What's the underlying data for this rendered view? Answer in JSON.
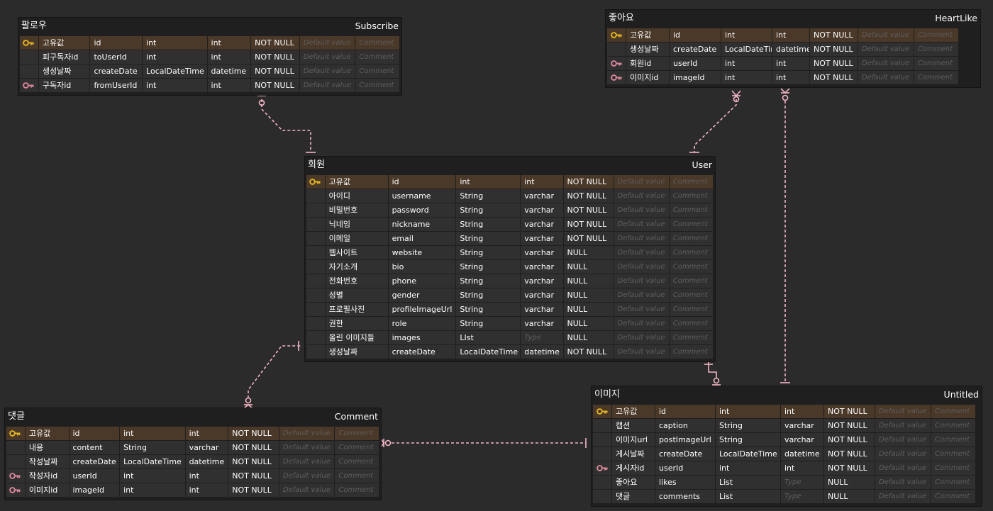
{
  "colors": {
    "background": "#2b2b2b",
    "entity_bg": "#1f1f1f",
    "cell_bg": "#303030",
    "pk_row_bg": "#4a3828",
    "pk_key": "#e3b422",
    "fk_key": "#d9879a",
    "connector": "#f2b6c4",
    "placeholder_text": "#5e5e5e"
  },
  "placeholders": {
    "default": "Default value",
    "comment": "Comment",
    "type": "Type"
  },
  "entities": [
    {
      "id": "subscribe",
      "logical_name": "팔로우",
      "physical_name": "Subscribe",
      "columns": [
        {
          "key": "pk",
          "logical": "고유값",
          "physical": "id",
          "domain": "int",
          "type": "int",
          "nullable": "NOT NULL"
        },
        {
          "key": "",
          "logical": "피구독자id",
          "physical": "toUserId",
          "domain": "int",
          "type": "int",
          "nullable": "NOT NULL"
        },
        {
          "key": "",
          "logical": "생성날짜",
          "physical": "createDate",
          "domain": "LocalDateTime",
          "type": "datetime",
          "nullable": "NOT NULL"
        },
        {
          "key": "fk",
          "logical": "구독자id",
          "physical": "fromUserId",
          "domain": "int",
          "type": "int",
          "nullable": "NOT NULL"
        }
      ]
    },
    {
      "id": "heartlike",
      "logical_name": "좋아요",
      "physical_name": "HeartLike",
      "columns": [
        {
          "key": "pk",
          "logical": "고유값",
          "physical": "id",
          "domain": "int",
          "type": "int",
          "nullable": "NOT NULL"
        },
        {
          "key": "",
          "logical": "생성날짜",
          "physical": "createDate",
          "domain": "LocalDateTime",
          "type": "datetime",
          "nullable": "NOT NULL"
        },
        {
          "key": "fk",
          "logical": "회원id",
          "physical": "userId",
          "domain": "int",
          "type": "int",
          "nullable": "NOT NULL"
        },
        {
          "key": "fk",
          "logical": "이미지id",
          "physical": "imageId",
          "domain": "int",
          "type": "int",
          "nullable": "NOT NULL"
        }
      ]
    },
    {
      "id": "user",
      "logical_name": "회원",
      "physical_name": "User",
      "columns": [
        {
          "key": "pk",
          "logical": "고유값",
          "physical": "id",
          "domain": "int",
          "type": "int",
          "nullable": "NOT NULL"
        },
        {
          "key": "",
          "logical": "아이디",
          "physical": "username",
          "domain": "String",
          "type": "varchar",
          "nullable": "NOT NULL"
        },
        {
          "key": "",
          "logical": "비밀번호",
          "physical": "password",
          "domain": "String",
          "type": "varchar",
          "nullable": "NOT NULL"
        },
        {
          "key": "",
          "logical": "닉네임",
          "physical": "nickname",
          "domain": "String",
          "type": "varchar",
          "nullable": "NOT NULL"
        },
        {
          "key": "",
          "logical": "이메일",
          "physical": "email",
          "domain": "String",
          "type": "varchar",
          "nullable": "NOT NULL"
        },
        {
          "key": "",
          "logical": "웹사이트",
          "physical": "website",
          "domain": "String",
          "type": "varchar",
          "nullable": "NULL"
        },
        {
          "key": "",
          "logical": "자기소개",
          "physical": "bio",
          "domain": "String",
          "type": "varchar",
          "nullable": "NULL"
        },
        {
          "key": "",
          "logical": "전화번호",
          "physical": "phone",
          "domain": "String",
          "type": "varchar",
          "nullable": "NULL"
        },
        {
          "key": "",
          "logical": "성별",
          "physical": "gender",
          "domain": "String",
          "type": "varchar",
          "nullable": "NULL"
        },
        {
          "key": "",
          "logical": "프로필사진",
          "physical": "profileImageUrl",
          "domain": "String",
          "type": "varchar",
          "nullable": "NULL"
        },
        {
          "key": "",
          "logical": "권한",
          "physical": "role",
          "domain": "String",
          "type": "varchar",
          "nullable": "NULL"
        },
        {
          "key": "",
          "logical": "올린 이미지들",
          "physical": "images",
          "domain": "LIst",
          "type": "",
          "nullable": "NULL"
        },
        {
          "key": "",
          "logical": "생성날짜",
          "physical": "createDate",
          "domain": "LocalDateTime",
          "type": "datetime",
          "nullable": "NOT NULL"
        }
      ]
    },
    {
      "id": "comment",
      "logical_name": "댓글",
      "physical_name": "Comment",
      "columns": [
        {
          "key": "pk",
          "logical": "고유값",
          "physical": "id",
          "domain": "int",
          "type": "int",
          "nullable": "NOT NULL"
        },
        {
          "key": "",
          "logical": "내용",
          "physical": "content",
          "domain": "String",
          "type": "varchar",
          "nullable": "NOT NULL"
        },
        {
          "key": "",
          "logical": "작성날짜",
          "physical": "createDate",
          "domain": "LocalDateTime",
          "type": "datetime",
          "nullable": "NOT NULL"
        },
        {
          "key": "fk",
          "logical": "작성자id",
          "physical": "userId",
          "domain": "int",
          "type": "int",
          "nullable": "NOT NULL"
        },
        {
          "key": "fk",
          "logical": "이미지id",
          "physical": "imageId",
          "domain": "int",
          "type": "int",
          "nullable": "NOT NULL"
        }
      ]
    },
    {
      "id": "image",
      "logical_name": "이미지",
      "physical_name": "Untitled",
      "columns": [
        {
          "key": "pk",
          "logical": "고유값",
          "physical": "id",
          "domain": "int",
          "type": "int",
          "nullable": "NOT NULL"
        },
        {
          "key": "",
          "logical": "캡션",
          "physical": "caption",
          "domain": "String",
          "type": "varchar",
          "nullable": "NOT NULL"
        },
        {
          "key": "",
          "logical": "이미지url",
          "physical": "postImageUrl",
          "domain": "String",
          "type": "varchar",
          "nullable": "NOT NULL"
        },
        {
          "key": "",
          "logical": "게시날짜",
          "physical": "createDate",
          "domain": "LocalDateTime",
          "type": "datetime",
          "nullable": "NOT NULL"
        },
        {
          "key": "fk",
          "logical": "게시자id",
          "physical": "userId",
          "domain": "int",
          "type": "int",
          "nullable": "NOT NULL"
        },
        {
          "key": "",
          "logical": "좋아요",
          "physical": "likes",
          "domain": "List",
          "type": "",
          "nullable": "NULL"
        },
        {
          "key": "",
          "logical": "댓글",
          "physical": "comments",
          "domain": "List",
          "type": "",
          "nullable": "NULL"
        }
      ]
    }
  ],
  "relationships": [
    {
      "id": "user-subscribe",
      "from": "user",
      "to": "subscribe"
    },
    {
      "id": "user-heartlike",
      "from": "user",
      "to": "heartlike"
    },
    {
      "id": "image-heartlike",
      "from": "image",
      "to": "heartlike"
    },
    {
      "id": "user-comment",
      "from": "user",
      "to": "comment"
    },
    {
      "id": "image-comment",
      "from": "image",
      "to": "comment"
    },
    {
      "id": "user-image",
      "from": "user",
      "to": "image"
    }
  ]
}
